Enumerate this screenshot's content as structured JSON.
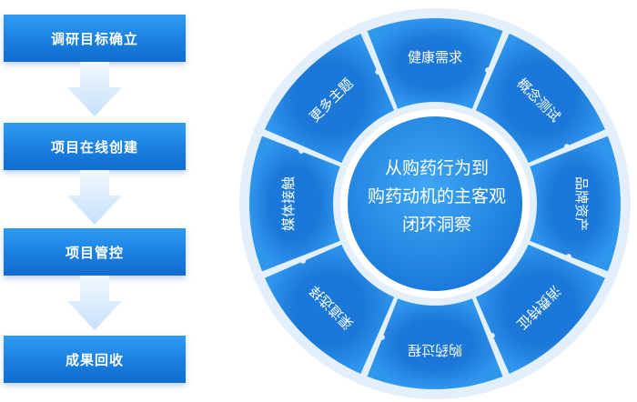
{
  "flow": {
    "steps": [
      "调研目标确立",
      "项目在线创建",
      "项目管控",
      "成果回收"
    ]
  },
  "wheel": {
    "center": [
      "从购药行为到",
      "购药动机的主客观",
      "闭环洞察"
    ],
    "segments": [
      "健康需求",
      "概念测试",
      "品牌资产",
      "消费特征",
      "购药过程",
      "渠道选择",
      "媒体接触",
      "更多主题"
    ]
  },
  "colors": {
    "primary": "#1a7fe0",
    "primary_light": "#2f9cf3",
    "arrow": "#cfe6fb",
    "ring_bg": "#e3f0fb"
  }
}
